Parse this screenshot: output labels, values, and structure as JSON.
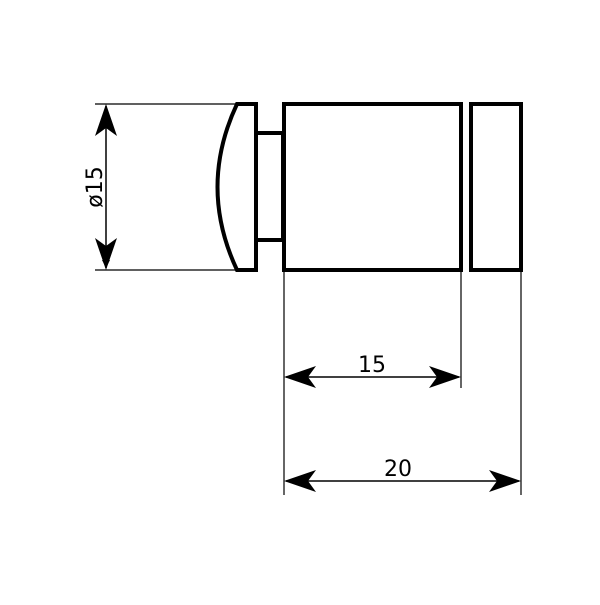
{
  "drawing": {
    "line_color": "#000000",
    "background": "#ffffff",
    "dimensions": {
      "diameter_label": "ø15",
      "length_body_label": "15",
      "length_total_label": "20"
    }
  }
}
